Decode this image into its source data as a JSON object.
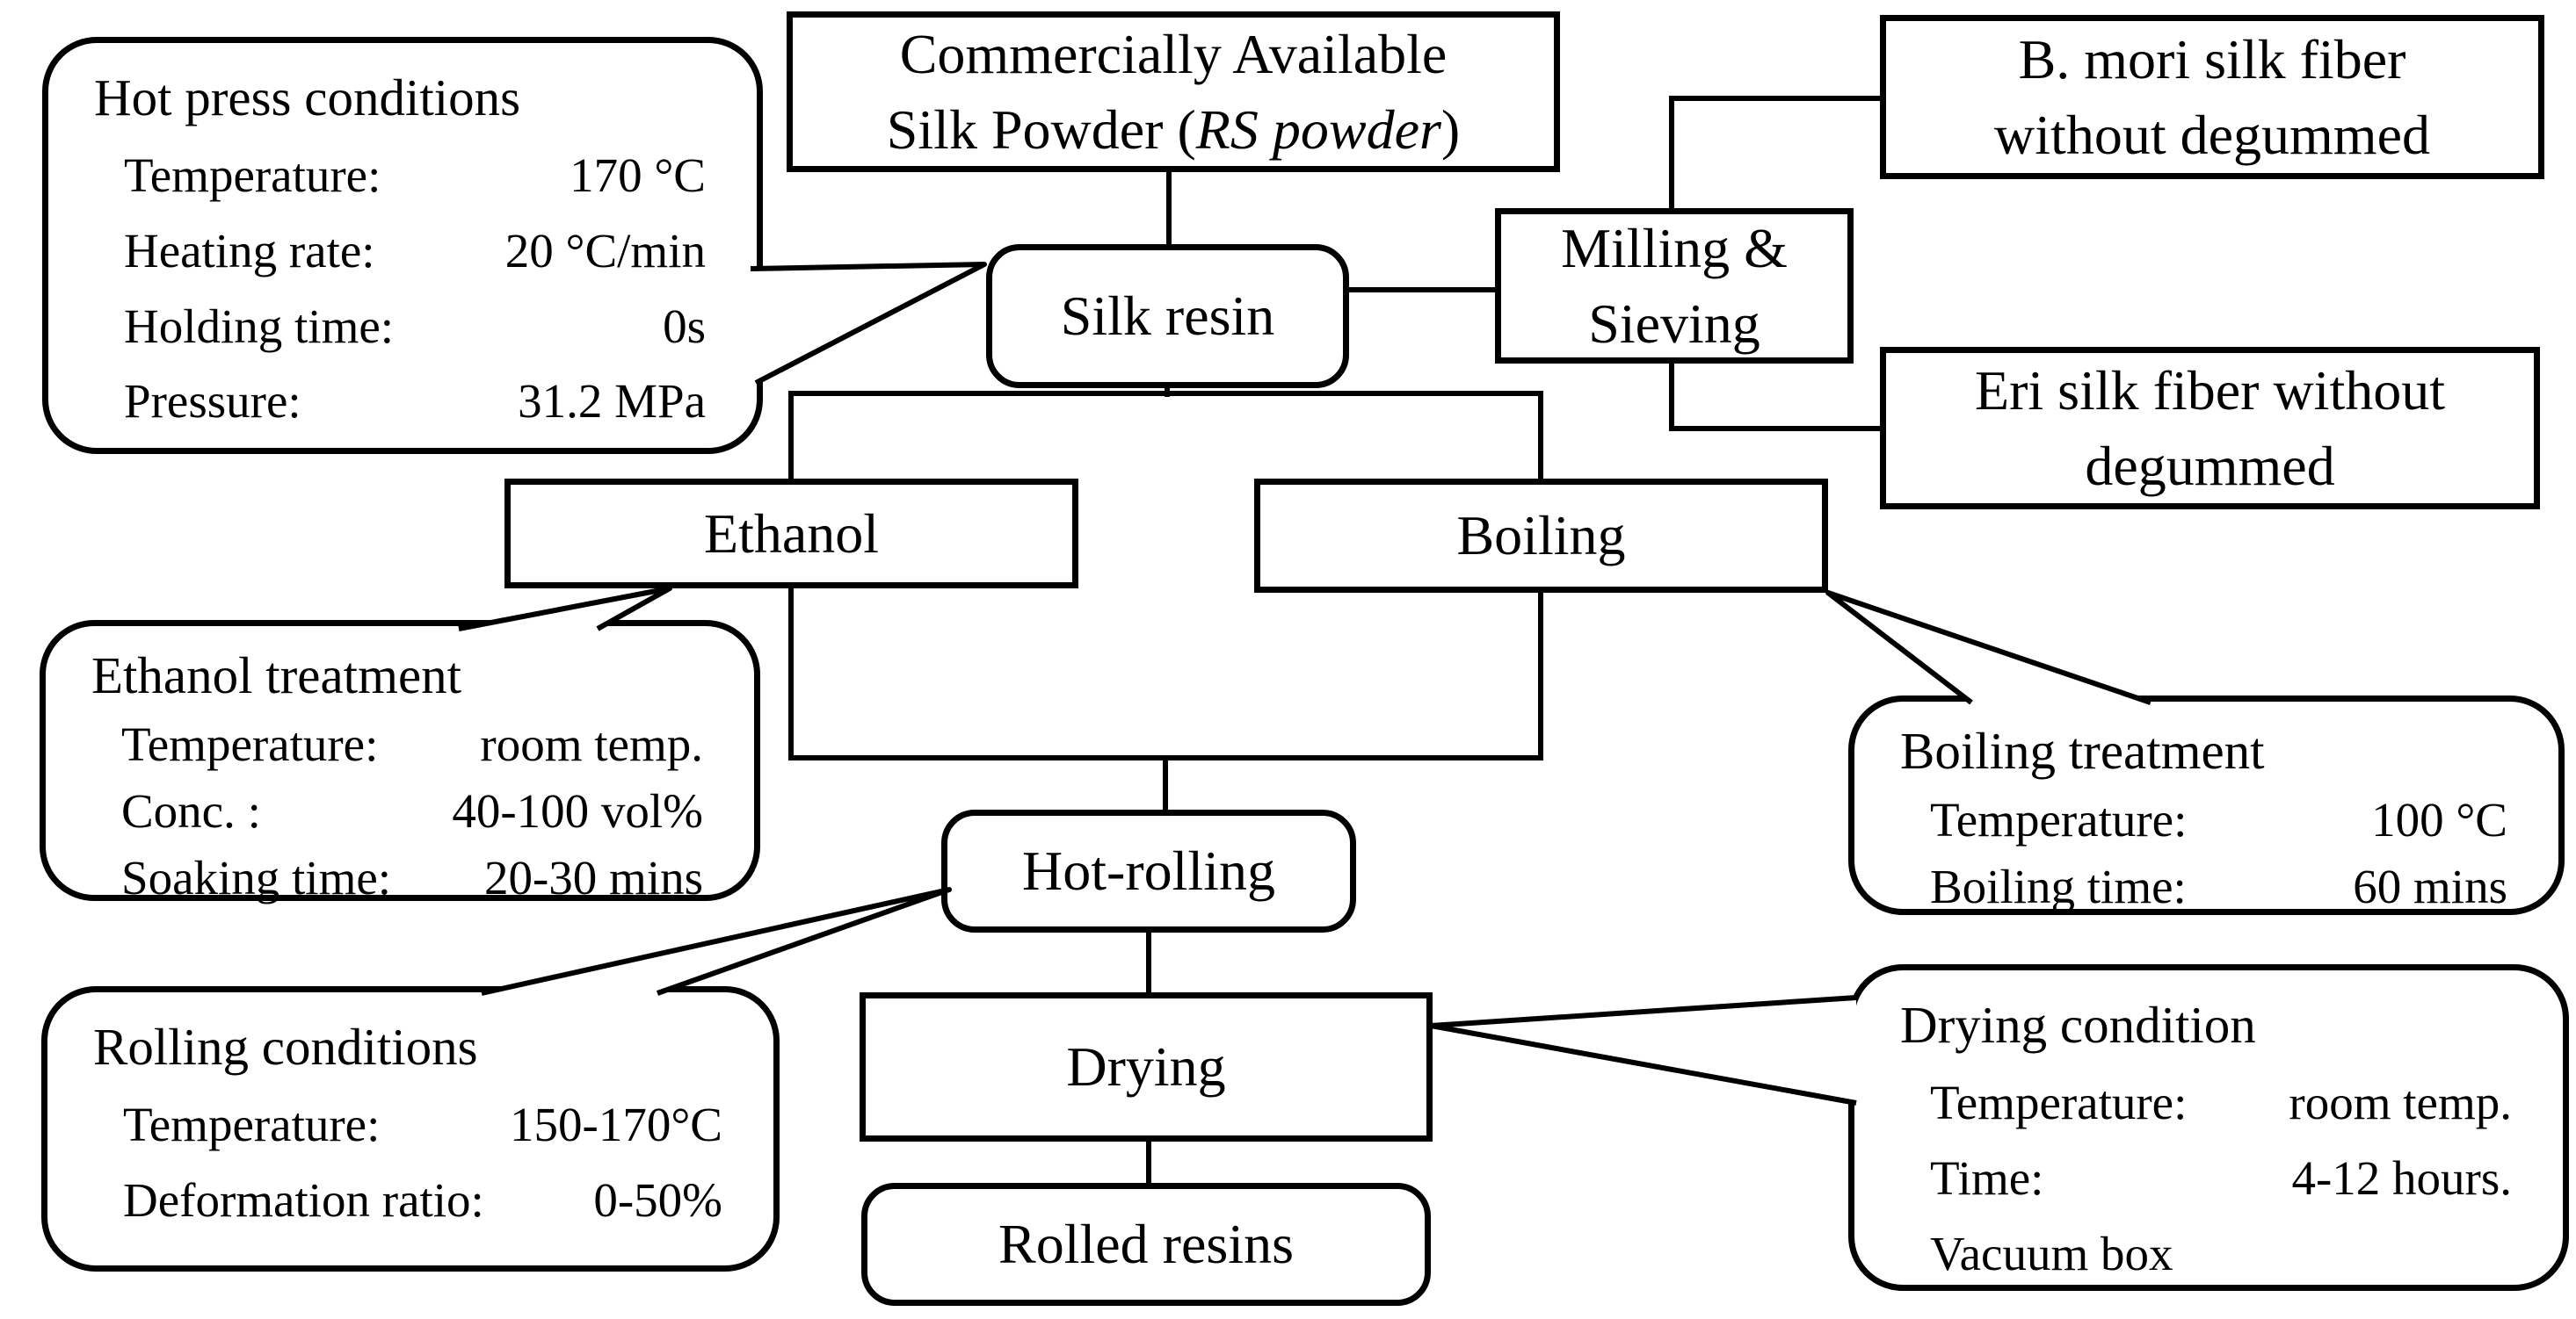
{
  "figure": {
    "description": "Silk resin preparation flowchart"
  },
  "colors": {
    "ink": "#000000",
    "paper": "#ffffff"
  },
  "nodes": {
    "commercially": {
      "line1": "Commercially Available",
      "line2_pre": "Silk Powder (",
      "line2_italic": "RS powder",
      "line2_post": ")"
    },
    "silk_resin": {
      "label": "Silk resin"
    },
    "milling": {
      "line1": "Milling &",
      "line2": "Sieving"
    },
    "b_mori": {
      "line1": "B. mori silk fiber",
      "line2": "without degummed"
    },
    "eri": {
      "line1": "Eri silk fiber without",
      "line2": "degummed"
    },
    "ethanol": {
      "label": "Ethanol"
    },
    "boiling": {
      "label": "Boiling"
    },
    "hot_rolling": {
      "label": "Hot-rolling"
    },
    "drying": {
      "label": "Drying"
    },
    "rolled_resins": {
      "label": "Rolled resins"
    }
  },
  "callouts": {
    "hot_press": {
      "title": "Hot press conditions",
      "rows": [
        {
          "label": "Temperature:",
          "value": "170 °C"
        },
        {
          "label": "Heating rate:",
          "value": "20 °C/min"
        },
        {
          "label": "Holding time:",
          "value": "0s"
        },
        {
          "label": "Pressure:",
          "value": "31.2 MPa"
        }
      ]
    },
    "ethanol_treatment": {
      "title": "Ethanol treatment",
      "rows": [
        {
          "label": "Temperature:",
          "value": "room temp."
        },
        {
          "label": "Conc. :",
          "value": "40-100 vol%"
        },
        {
          "label": "Soaking time:",
          "value": "20-30 mins"
        }
      ]
    },
    "rolling_conditions": {
      "title": "Rolling conditions",
      "rows": [
        {
          "label": "Temperature:",
          "value": "150-170°C"
        },
        {
          "label": "Deformation ratio:",
          "value": "0-50%"
        }
      ]
    },
    "boiling_treatment": {
      "title": "Boiling treatment",
      "rows": [
        {
          "label": "Temperature:",
          "value": "100 °C"
        },
        {
          "label": "Boiling time:",
          "value": "60 mins"
        }
      ]
    },
    "drying_condition": {
      "title": "Drying condition",
      "rows": [
        {
          "label": "Temperature:",
          "value": "room temp."
        },
        {
          "label": "Time:",
          "value": "4-12 hours."
        },
        {
          "label": "Vacuum box",
          "value": ""
        }
      ]
    }
  }
}
